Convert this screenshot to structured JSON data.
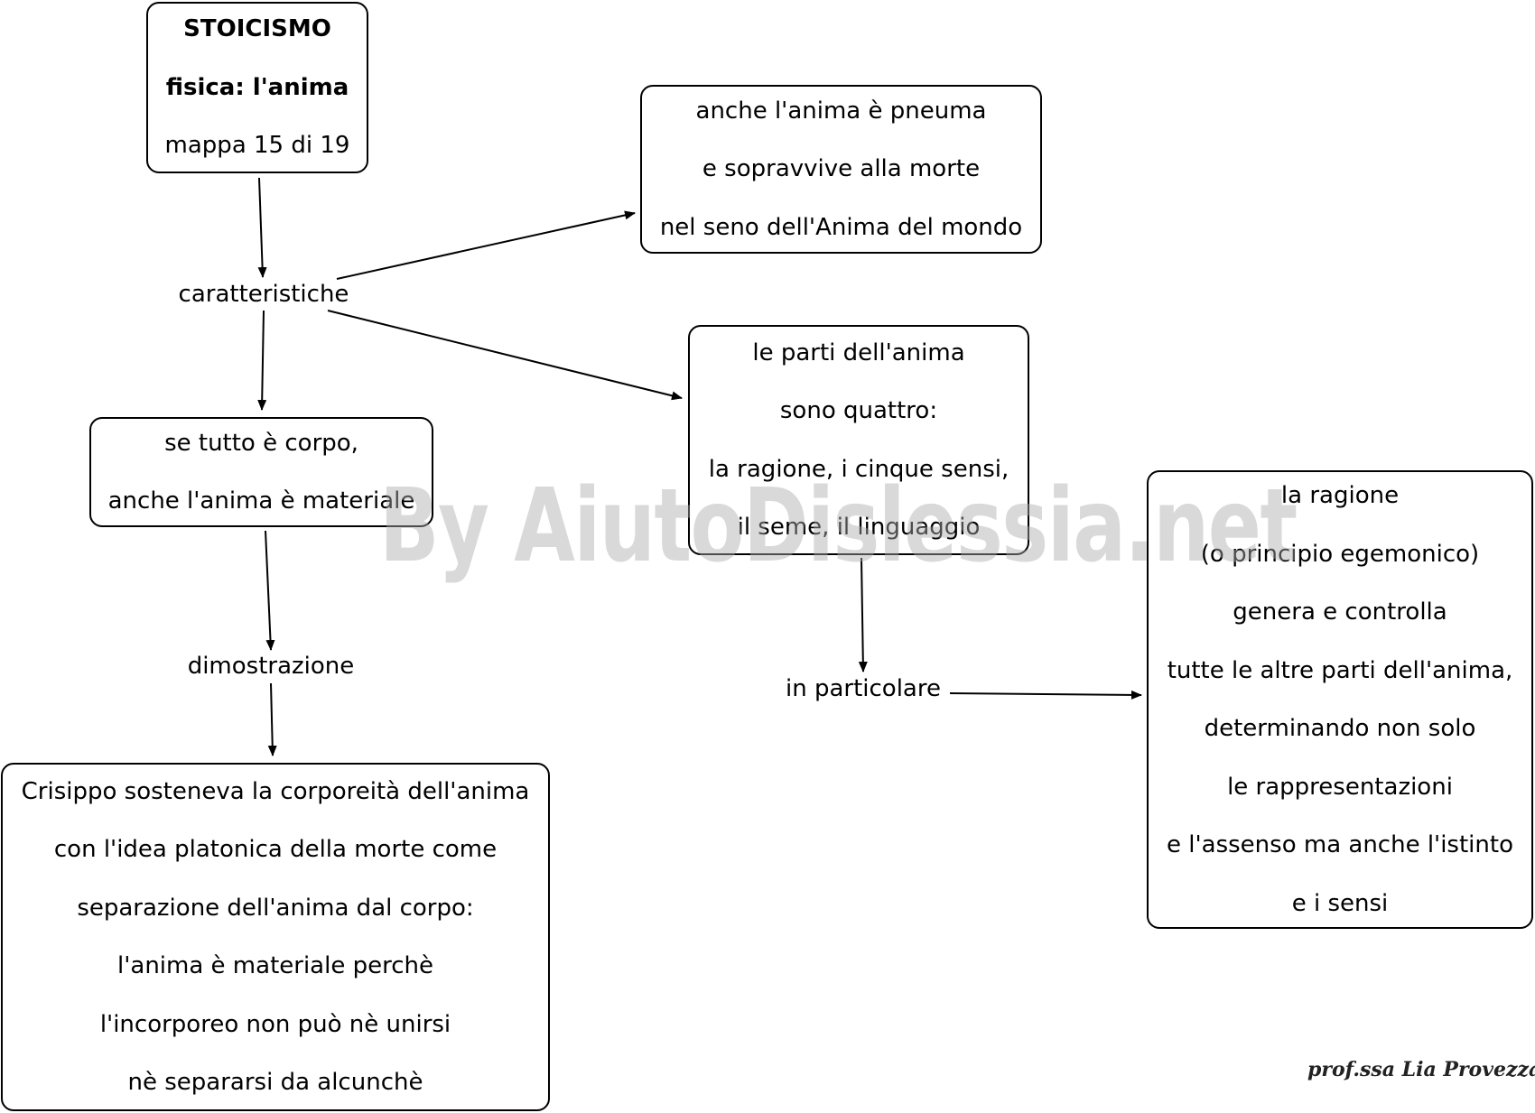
{
  "colors": {
    "stroke": "#000000",
    "background": "#ffffff",
    "watermark": "#aaaaaa"
  },
  "title_box": {
    "line1": "STOICISMO",
    "line2": "fisica: l'anima",
    "line3": "mappa 15 di 19"
  },
  "labels": {
    "caratteristiche": "caratteristiche",
    "dimostrazione": "dimostrazione",
    "in_particolare": "in particolare"
  },
  "pneuma_box": {
    "lines": [
      "anche l'anima è pneuma",
      "e sopravvive alla morte",
      "nel seno dell'Anima del mondo"
    ]
  },
  "parti_box": {
    "lines": [
      "le parti dell'anima",
      "sono quattro:",
      "la ragione, i cinque sensi,",
      "il seme, il linguaggio"
    ]
  },
  "corpo_box": {
    "lines": [
      "se tutto è corpo,",
      "anche l'anima è materiale"
    ]
  },
  "crisippo_box": {
    "lines": [
      "Crisippo sosteneva la corporeità dell'anima",
      "con l'idea platonica  della morte come",
      "separazione dell'anima dal corpo:",
      "l'anima è materiale perchè",
      "l'incorporeo non può nè unirsi",
      "nè separarsi da alcunchè"
    ]
  },
  "ragione_box": {
    "lines": [
      "la ragione",
      "(o principio egemonico)",
      "genera e controlla",
      "tutte le altre parti dell'anima,",
      "determinando non solo",
      "le rappresentazioni",
      "e l'assenso ma anche l'istinto",
      "e i sensi"
    ]
  },
  "watermark": "By AiutoDislessia.net",
  "signature": "prof.ssa Lia Provezza"
}
